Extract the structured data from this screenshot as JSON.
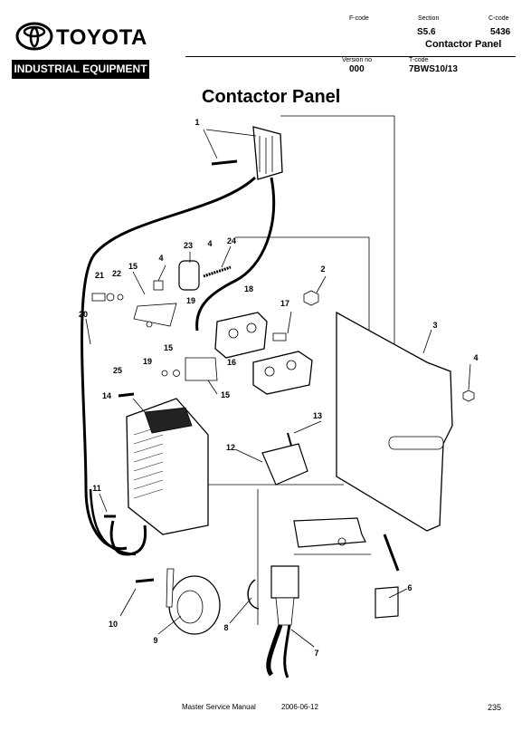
{
  "header": {
    "brand": "TOYOTA",
    "division": "INDUSTRIAL EQUIPMENT",
    "fcode_label": "F-code",
    "section_label": "Section",
    "section_value": "S5.6",
    "ccode_label": "C-code",
    "ccode_value": "5436",
    "section_title": "Contactor Panel",
    "version_label": "Version no",
    "version_value": "000",
    "tcode_label": "T-code",
    "tcode_value": "7BWS10/13"
  },
  "page_title": "Contactor Panel",
  "callouts": [
    "1",
    "2",
    "3",
    "4",
    "4",
    "4",
    "6",
    "7",
    "8",
    "9",
    "10",
    "11",
    "12",
    "13",
    "14",
    "15",
    "15",
    "15",
    "16",
    "17",
    "18",
    "19",
    "19",
    "20",
    "21",
    "22",
    "23",
    "24",
    "25"
  ],
  "footer": {
    "manual": "Master Service Manual",
    "date": "2006-06-12",
    "page": "235"
  }
}
